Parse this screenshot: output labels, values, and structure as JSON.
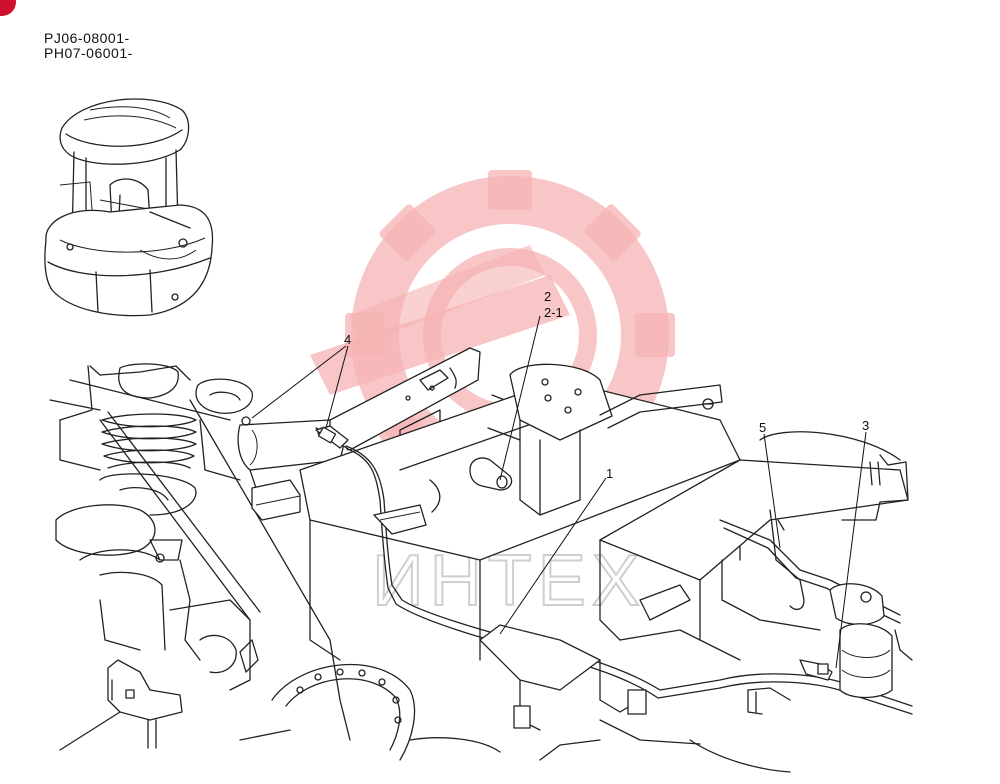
{
  "serial_numbers": [
    "PJ06-08001-",
    "PH07-06001-"
  ],
  "callouts": {
    "c1": "1",
    "c2": "2",
    "c2_1": "2-1",
    "c3": "3",
    "c4": "4",
    "c5": "5"
  },
  "watermark": {
    "text": "ИНТЕХ",
    "color": "#f6b3b3"
  },
  "colors": {
    "line": "#222222",
    "background": "#ffffff",
    "corner_marker": "#d01030"
  }
}
